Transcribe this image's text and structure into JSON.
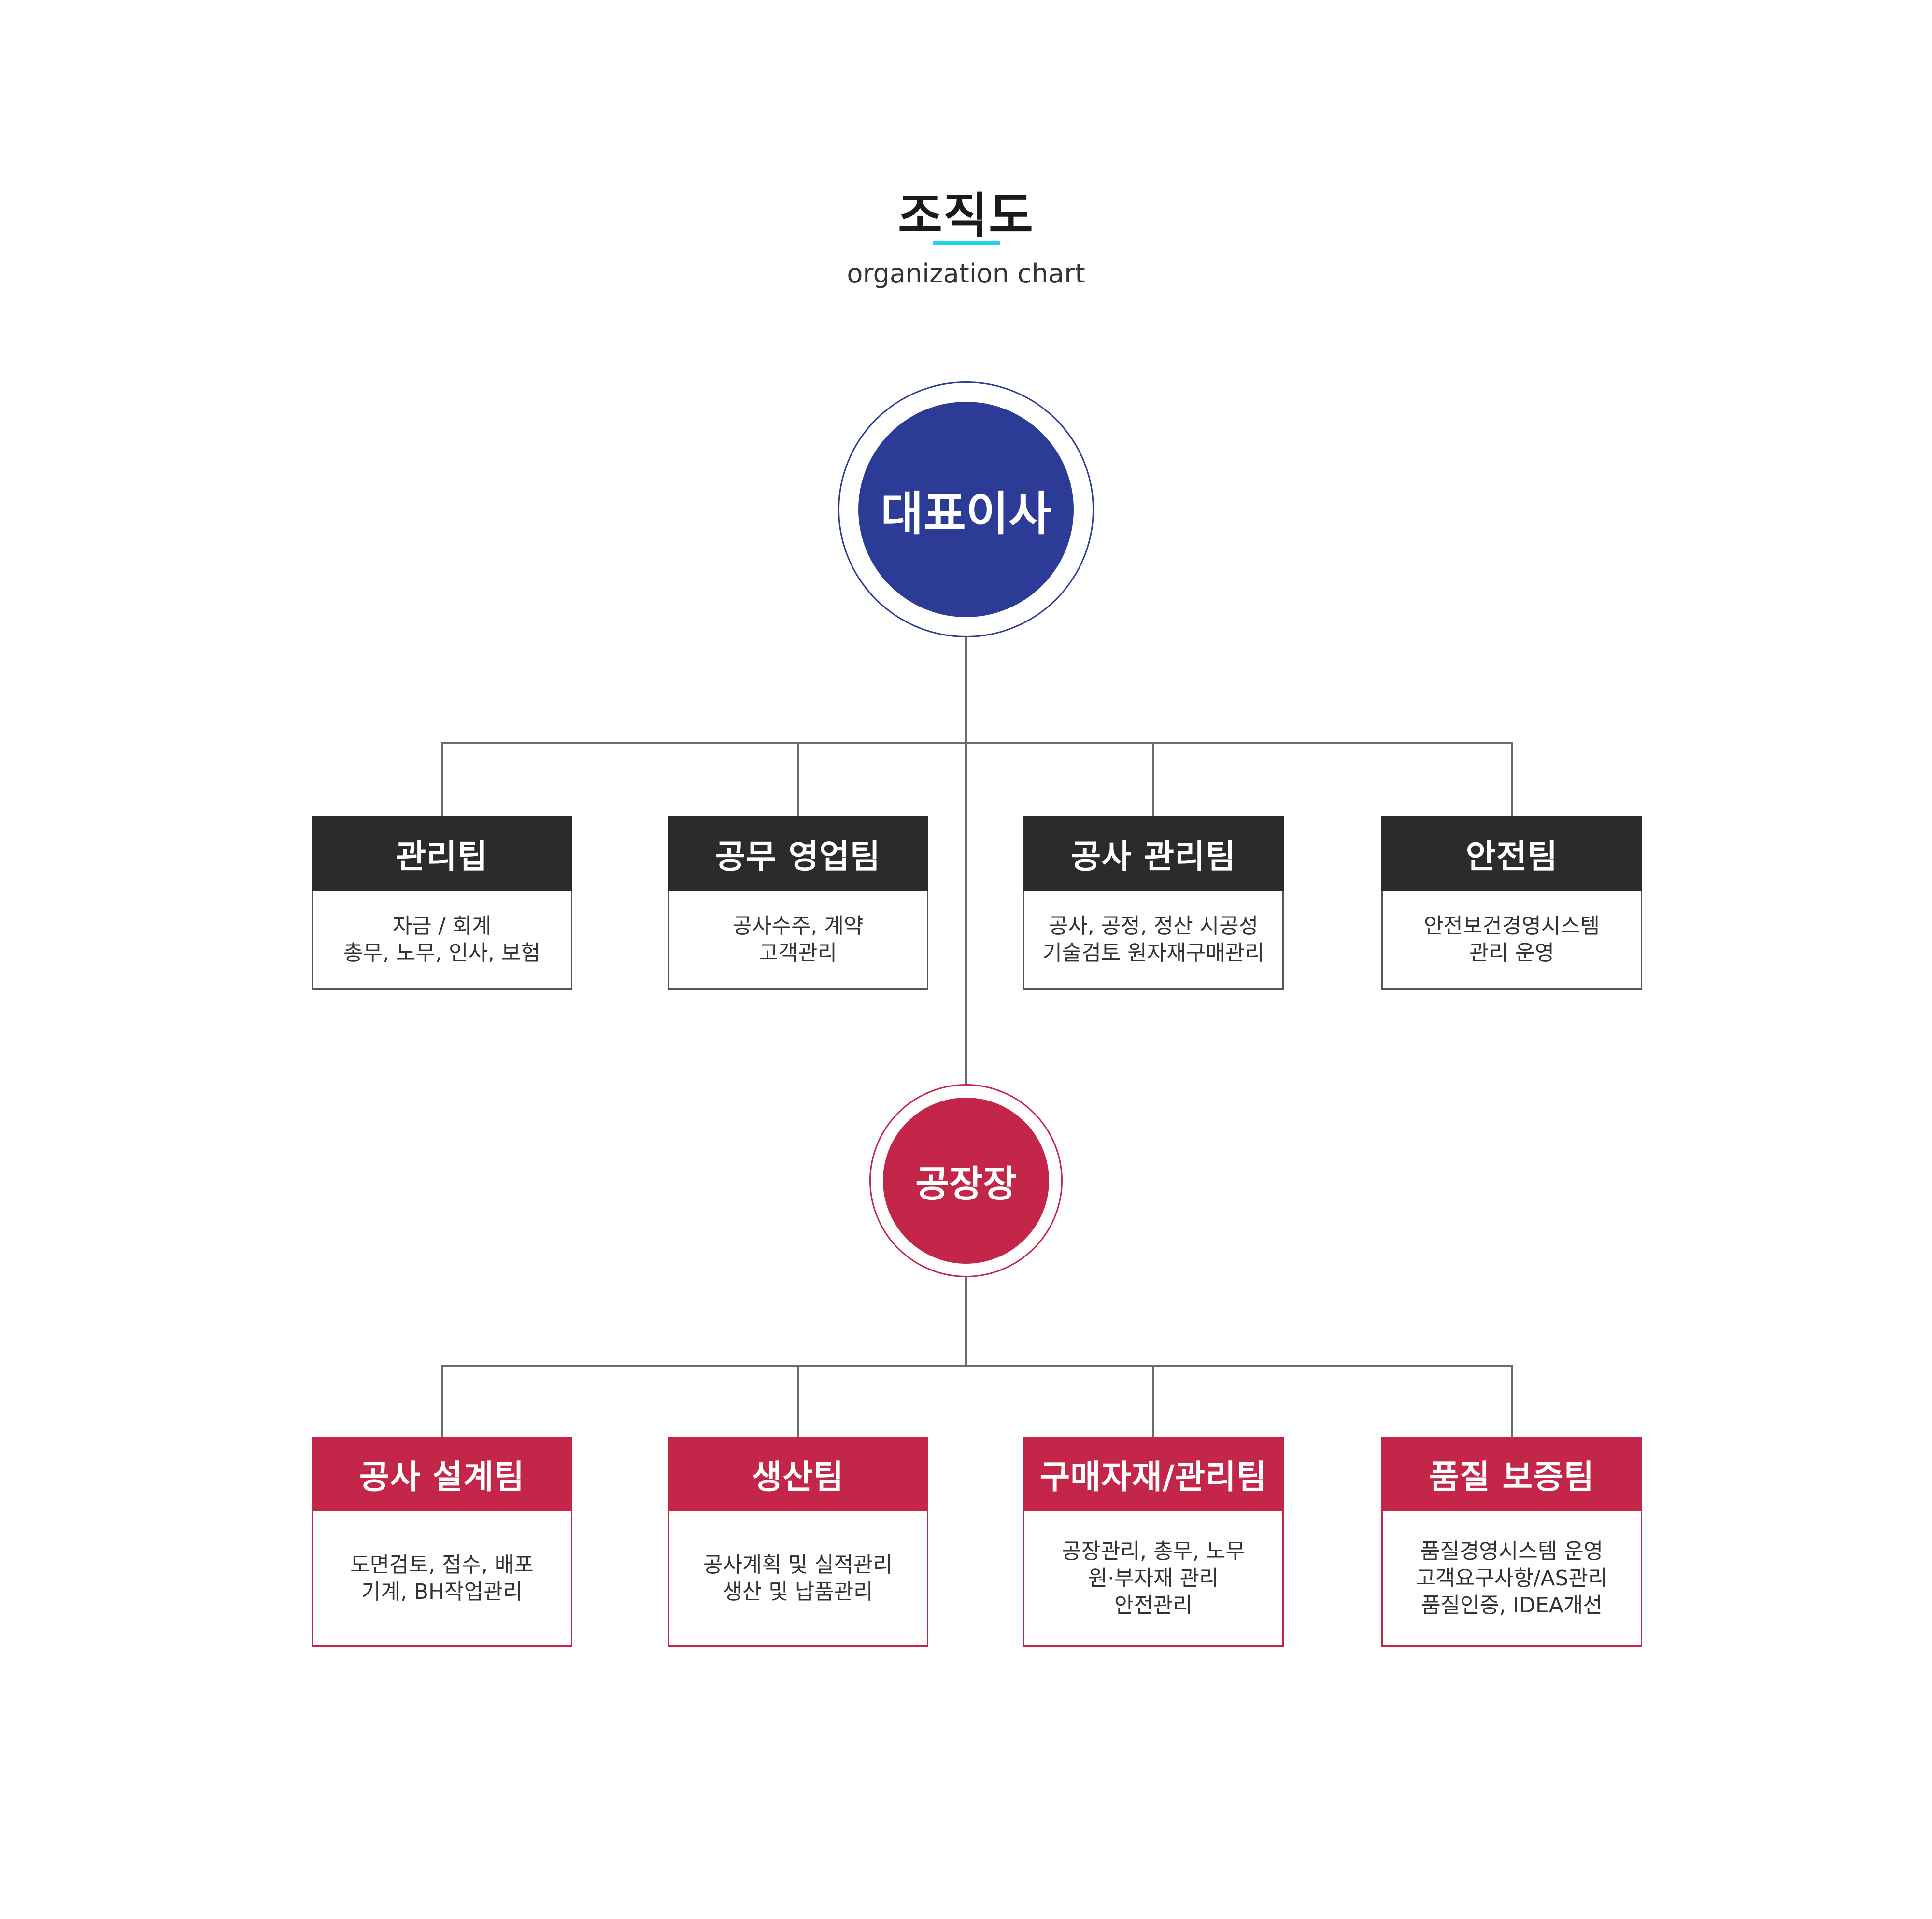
{
  "title": "조직도",
  "subtitle": "organization chart",
  "accent_color": "#22d3ee",
  "ceo": {
    "label": "대표이사",
    "color": "#2b3b96"
  },
  "factory_manager": {
    "label": "공장장",
    "color": "#c4264a"
  },
  "management_teams": [
    {
      "name": "관리팁",
      "lines": [
        "자금 / 회계",
        "총무, 노무, 인사, 보험"
      ]
    },
    {
      "name": "공무 영업팀",
      "lines": [
        "공사수주, 계약",
        "고객관리"
      ]
    },
    {
      "name": "공사 관리팀",
      "lines": [
        "공사, 공정, 정산 시공성",
        "기술검토 원자재구매관리"
      ]
    },
    {
      "name": "안전팀",
      "lines": [
        "안전보건경영시스템",
        "관리 운영"
      ]
    }
  ],
  "factory_teams": [
    {
      "name": "공사 설계팀",
      "lines": [
        "도면검토, 접수, 배포",
        "기계, BH작업관리"
      ]
    },
    {
      "name": "생산팀",
      "lines": [
        "공사계획 및 실적관리",
        "생산 및 납품관리"
      ]
    },
    {
      "name": "구매자재/관리팀",
      "lines": [
        "공장관리, 총무, 노무",
        "원·부자재 관리",
        "안전관리"
      ]
    },
    {
      "name": "품질 보증팀",
      "lines": [
        "품질경영시스템 운영",
        "고객요구사항/AS관리",
        "품질인증, IDEA개선"
      ]
    }
  ]
}
